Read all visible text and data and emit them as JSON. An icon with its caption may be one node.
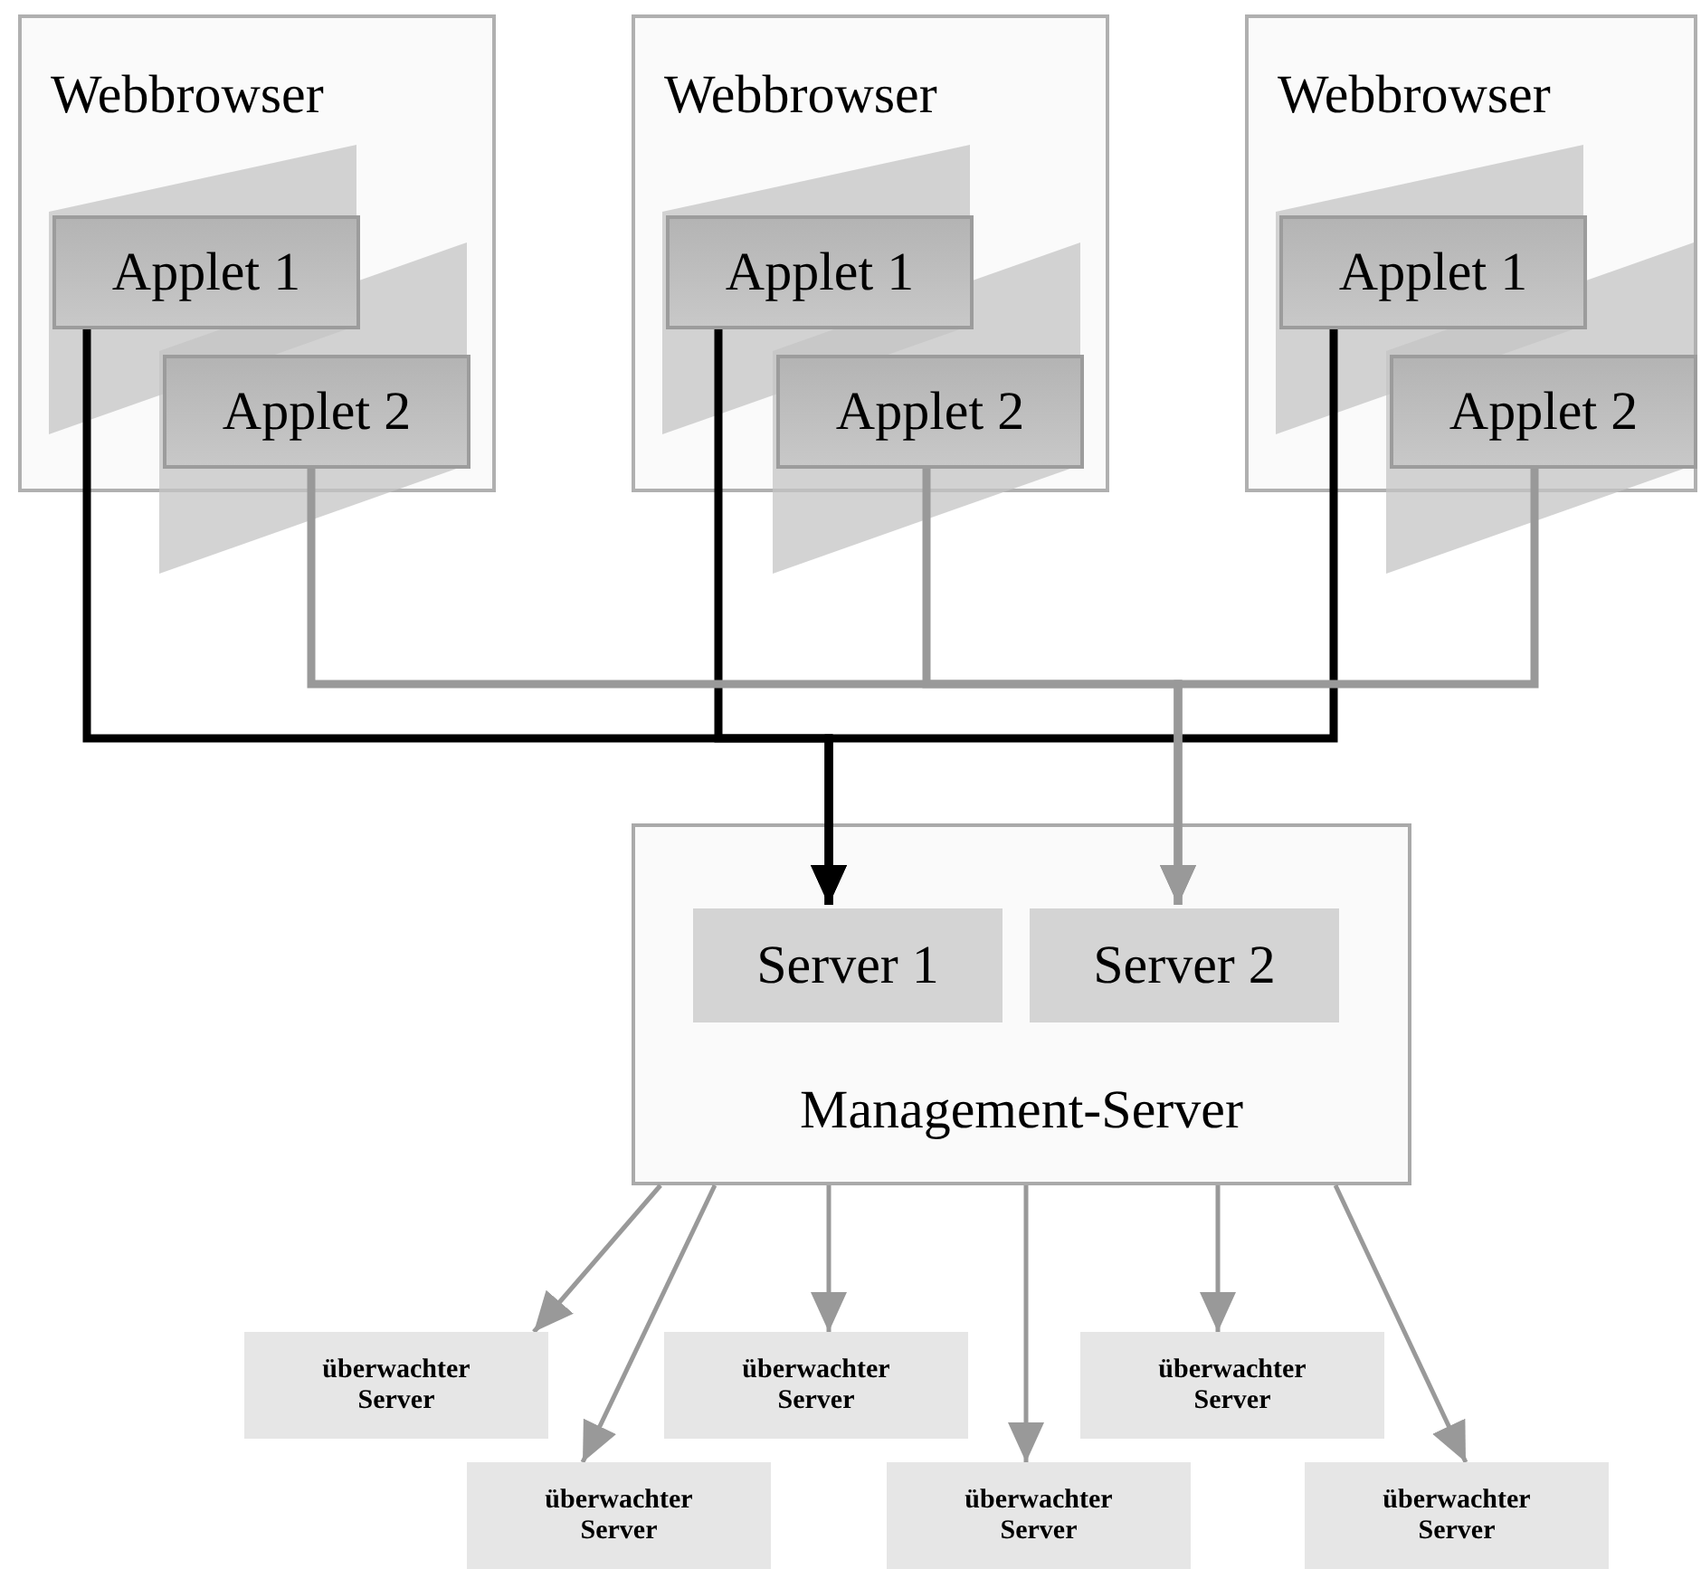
{
  "diagram": {
    "nodes": [
      {
        "text": [
          "Webbrowser"
        ]
      },
      {
        "text": [
          "Applet 1"
        ],
        "in": 0
      },
      {
        "text": [
          "Applet 2"
        ],
        "in": 0
      },
      {
        "text": [
          "Webbrowser"
        ]
      },
      {
        "text": [
          "Applet 1"
        ],
        "in": 3
      },
      {
        "text": [
          "Applet 2"
        ],
        "in": 3
      },
      {
        "text": [
          "Webbrowser"
        ]
      },
      {
        "text": [
          "Applet 1"
        ],
        "in": 6
      },
      {
        "text": [
          "Applet 2"
        ],
        "in": 6
      },
      {
        "text": [
          "Management-Server"
        ]
      },
      {
        "text": [
          "Server 1"
        ],
        "in": 9
      },
      {
        "text": [
          "Server 2"
        ],
        "in": 9
      },
      {
        "text": [
          "überwachter Server"
        ]
      },
      {
        "text": [
          "überwachter Server"
        ]
      },
      {
        "text": [
          "überwachter Server"
        ]
      },
      {
        "text": [
          "überwachter Server"
        ]
      },
      {
        "text": [
          "überwachter Server"
        ]
      },
      {
        "text": [
          "überwachter Server"
        ]
      }
    ],
    "edges": [
      {
        "from": 1,
        "to": 10,
        "arrow": "to",
        "style": "thick",
        "color": "#000000"
      },
      {
        "from": 4,
        "to": 10,
        "arrow": "to",
        "style": "thick",
        "color": "#000000"
      },
      {
        "from": 7,
        "to": 10,
        "arrow": "to",
        "style": "thick",
        "color": "#000000"
      },
      {
        "from": 2,
        "to": 11,
        "arrow": "to",
        "style": "thick"
      },
      {
        "from": 5,
        "to": 11,
        "arrow": "to",
        "style": "thick"
      },
      {
        "from": 8,
        "to": 11,
        "arrow": "to",
        "style": "thick"
      },
      {
        "from": 9,
        "to": 12,
        "arrow": "to"
      },
      {
        "from": 9,
        "to": 15,
        "arrow": "to"
      },
      {
        "from": 9,
        "to": 13,
        "arrow": "to"
      },
      {
        "from": 9,
        "to": 16,
        "arrow": "to"
      },
      {
        "from": 9,
        "to": 14,
        "arrow": "to"
      },
      {
        "from": 9,
        "to": 17,
        "arrow": "to"
      }
    ]
  }
}
